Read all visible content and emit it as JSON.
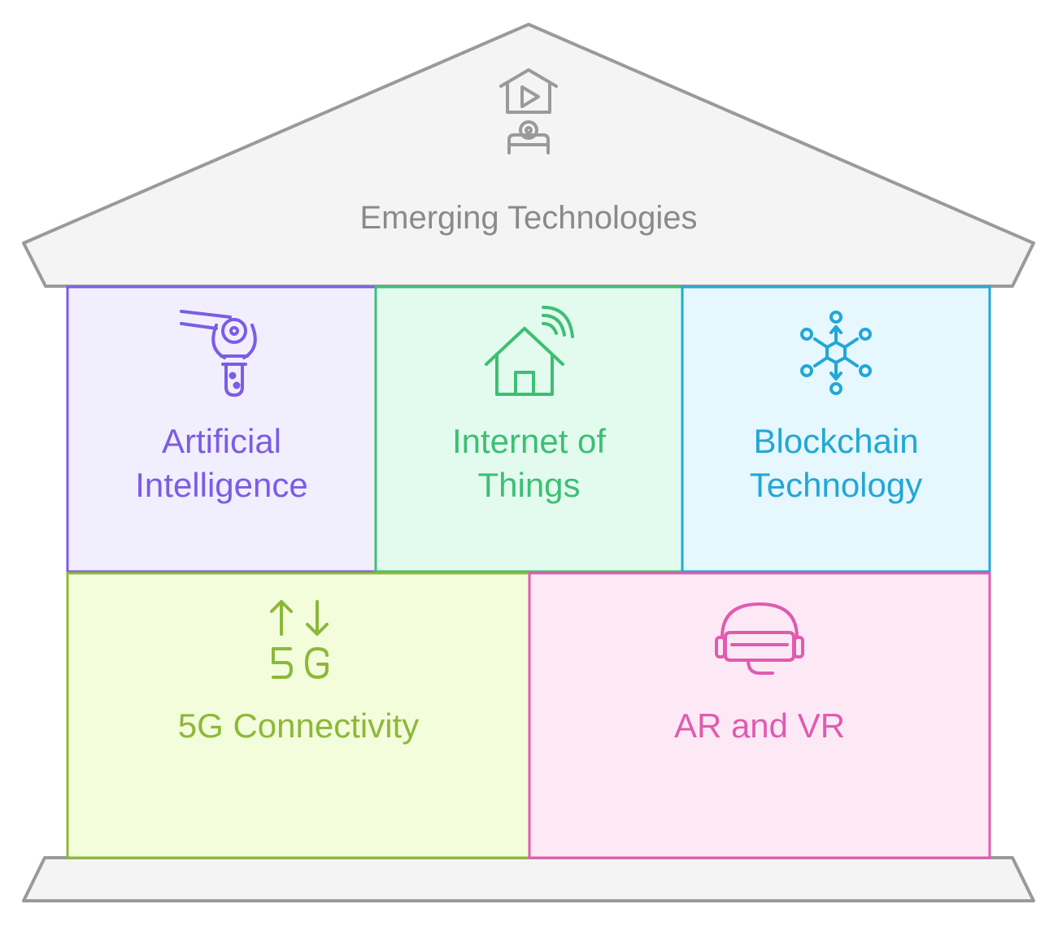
{
  "roof": {
    "title": "Emerging Technologies",
    "icon": "home-theater-icon",
    "fill": "#f4f4f4",
    "stroke": "#9a9a9a",
    "text_color": "#8a8a8a"
  },
  "pillars": [
    {
      "id": "ai",
      "lines": [
        "Artificial",
        "Intelligence"
      ],
      "icon": "robotic-arm-icon",
      "color": "#7b5ce5",
      "fill": "#f1effd"
    },
    {
      "id": "iot",
      "lines": [
        "Internet of",
        "Things"
      ],
      "icon": "smart-home-icon",
      "color": "#3dbf74",
      "fill": "#e3fbef"
    },
    {
      "id": "blockchain",
      "lines": [
        "Blockchain",
        "Technology"
      ],
      "icon": "network-nodes-icon",
      "color": "#22a7d6",
      "fill": "#e6f7fd"
    },
    {
      "id": "5g",
      "lines": [
        "5G Connectivity"
      ],
      "icon": "5g-signal-icon",
      "color": "#8db838",
      "fill": "#f3fddc"
    },
    {
      "id": "arvr",
      "lines": [
        "AR and VR"
      ],
      "icon": "vr-headset-icon",
      "color": "#e05bb0",
      "fill": "#fde9f6"
    }
  ],
  "base": {
    "fill": "#f4f4f4",
    "stroke": "#9a9a9a"
  }
}
